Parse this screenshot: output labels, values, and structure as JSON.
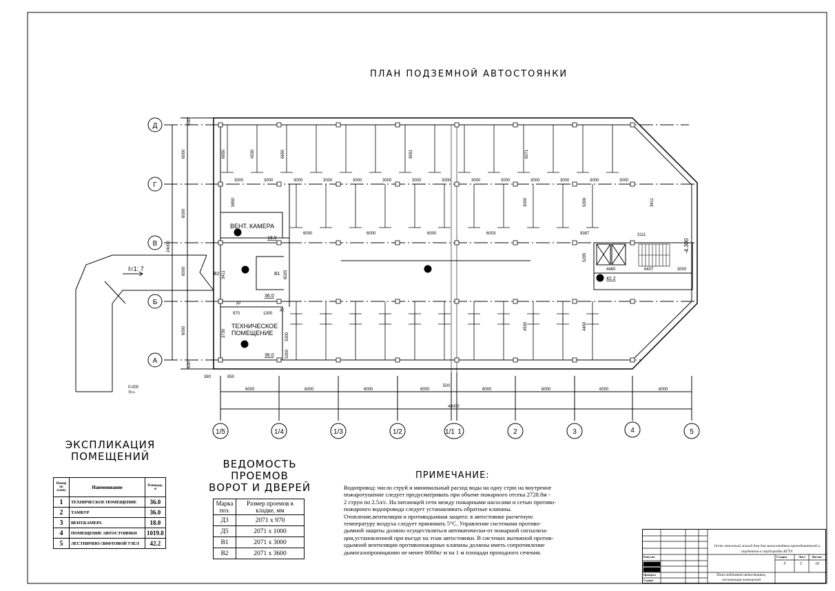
{
  "title": "ПЛАН ПОДЗЕМНОЙ АВТОСТОЯНКИ",
  "axes": {
    "rows": [
      "Д",
      "Г",
      "В",
      "Б",
      "А"
    ],
    "columns": [
      "1/5",
      "1/4",
      "1/3",
      "1/2",
      "1/1",
      "1",
      "2",
      "3",
      "4",
      "5"
    ]
  },
  "plan": {
    "rooms": {
      "vent": "ВЕНТ. КАМЕРА",
      "tech_line1": "ТЕХНИЧЕСКОЕ",
      "tech_line2": "ПОМЕЩЕНИЕ",
      "room_numbers": [
        "1",
        "2",
        "3",
        "4",
        "5"
      ],
      "areas": [
        "18.0",
        "36.0",
        "36.0",
        "42.2"
      ]
    },
    "slope": "I=1: 7",
    "ramp_level": "0.000",
    "ramp_level_sub": "Ур.з.",
    "stair_level": "-4.300",
    "openings": [
      "В2",
      "В1",
      "Д3",
      "Д5"
    ],
    "dims": {
      "total_vertical": "24000",
      "row_spans": [
        "6000",
        "6000",
        "6000",
        "6000"
      ],
      "top_offset": "630",
      "bottom_offset": "630",
      "bay": "6000",
      "total_horizontal": "48000",
      "stall": "3000",
      "misc": [
        "6650",
        "4530",
        "6650",
        "8551",
        "6071",
        "5850",
        "6000",
        "6000",
        "6000",
        "6003",
        "9387",
        "3111",
        "4480",
        "6437",
        "3000",
        "3411",
        "3411",
        "6025",
        "3730",
        "1300",
        "970",
        "5300",
        "5306",
        "5295",
        "3000",
        "380",
        "850",
        "500",
        "4530",
        "4450",
        "5300"
      ]
    }
  },
  "explication": {
    "title_line1": "ЭКСПЛИКАЦИЯ",
    "title_line2": "ПОМЕЩЕНИЙ",
    "headers": [
      "Номер по плану",
      "Наименование",
      "Площадь, м"
    ],
    "rows": [
      {
        "num": "1",
        "name": "ТЕХНИЧЕСКОЕ ПОМЕЩЕНИЕ",
        "area": "36.0"
      },
      {
        "num": "2",
        "name": "ТАМБУР",
        "area": "36.0"
      },
      {
        "num": "3",
        "name": "ВЕНТ.КАМЕРА",
        "area": "18.0"
      },
      {
        "num": "4",
        "name": "ПОМЕЩЕНИЕ АВТОСТОЯНКИ",
        "area": "1019.8"
      },
      {
        "num": "5",
        "name": "ЛЕСТНИЧНО-ЛИФТОВОЙ УЗЕЛ",
        "area": "42.2"
      }
    ]
  },
  "openings_schedule": {
    "title_line1": "ВЕДОМОСТЬ ПРОЕМОВ",
    "title_line2": "ВОРОТ И ДВЕРЕЙ",
    "headers": [
      "Марка поз.",
      "Размер проемов в кладке, мм"
    ],
    "rows": [
      {
        "mark": "Д3",
        "size": "2071 x 970"
      },
      {
        "mark": "Д5",
        "size": "2071 x 1000"
      },
      {
        "mark": "В1",
        "size": "2071 x 3000"
      },
      {
        "mark": "В2",
        "size": "2071 x 3600"
      }
    ]
  },
  "notes": {
    "title": "ПРИМЕЧАНИЕ:",
    "lines": [
      "Водопровод: число струй и минимальный расход воды на одну стрю на внутренне",
      "пожаротушение следует предусматривать при объеме пожарного отсека 2728.8м -",
      "2 струи по 2.5л/с. На питающей сети между пожарными насосами и сетью противо-",
      "пожарного водопровода следует устанавливать обратные клапаны.",
      "Отопление,вентиляция и противодымная защита: в автостоянке расчетную",
      "температуру воздуха следует принимать 5°С. Управление системами противо-",
      "дымной защиты должно осуществляться автоматически-от пожарной сигнализа-",
      "ции,установленной при въезде на этаж автостоянки. В системах вытяжной против-",
      "одымной вентиляции противопожарные клапаны должны иметь сопротивление",
      "дымогазопроницанию не менее 8000кг м на 1 м площади проходного сечения."
    ]
  },
  "title_block": {
    "project": "14-ти этажный жилой дом для малосемейных преподавателей и студентов в студгородке КГТУ",
    "sheet_title": "План подземной автостоянки, экспликация помещений",
    "headers": [
      "Стадия",
      "Лист",
      "Листов"
    ],
    "values": [
      "У",
      "5",
      "10"
    ],
    "roles": [
      "Консульт",
      "Проверил",
      "Студент"
    ]
  }
}
